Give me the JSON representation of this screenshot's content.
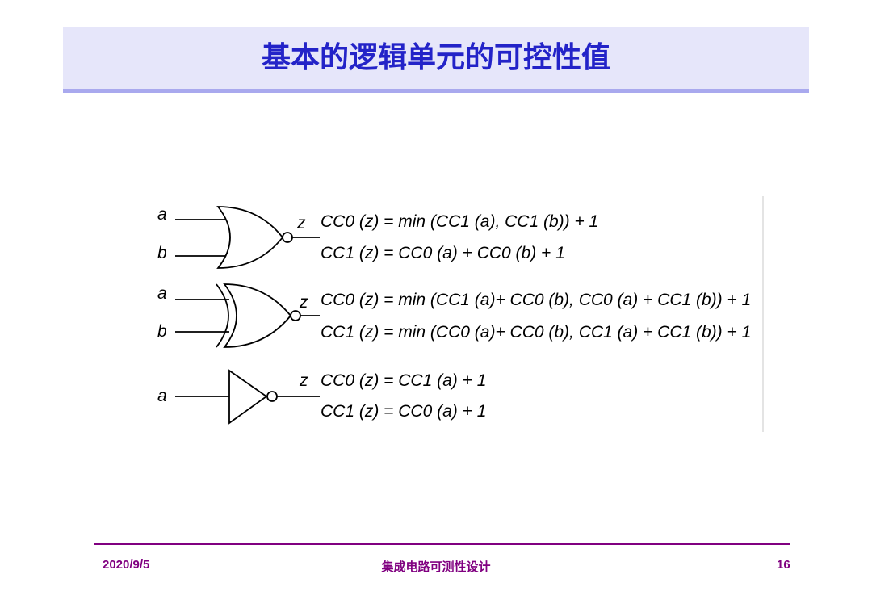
{
  "slide": {
    "title": "基本的逻辑单元的可控性值"
  },
  "gates": [
    {
      "type": "NOR",
      "inputs": [
        "a",
        "b"
      ],
      "output": "z",
      "equations": [
        "CC0 (z) = min (CC1 (a), CC1 (b)) + 1",
        "CC1 (z) = CC0 (a) + CC0 (b) + 1"
      ]
    },
    {
      "type": "XNOR",
      "inputs": [
        "a",
        "b"
      ],
      "output": "z",
      "equations": [
        "CC0 (z) = min (CC1 (a)+ CC0 (b), CC0 (a) + CC1 (b)) + 1",
        "CC1 (z) = min (CC0 (a)+ CC0 (b), CC1 (a) + CC1 (b)) + 1"
      ]
    },
    {
      "type": "NOT",
      "inputs": [
        "a"
      ],
      "output": "z",
      "equations": [
        "CC0 (z) = CC1 (a) + 1",
        "CC1 (z) = CC0 (a) + 1"
      ]
    }
  ],
  "footer": {
    "date": "2020/9/5",
    "course": "集成电路可测性设计",
    "page": "16"
  },
  "colors": {
    "title_text": "#2323c8",
    "title_band": "#e6e6fa",
    "title_underline": "#a9a9ee",
    "footer": "#800080"
  }
}
